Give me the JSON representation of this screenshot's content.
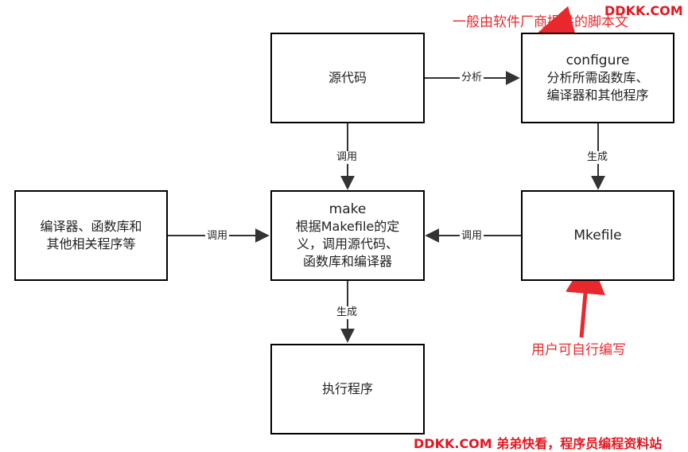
{
  "watermark_top": "DDKK.COM",
  "watermark_bottom": "DDKK.COM 弟弟快看，程序员编程资料站",
  "nodes": {
    "source": "源代码",
    "configure": [
      "configure",
      "分析所需函数库、",
      "编译器和其他程序"
    ],
    "makefile": "Mkefile",
    "make": [
      "make",
      "根据Makefile的定",
      "义，调用源代码、",
      "函数库和编译器"
    ],
    "libs": [
      "编译器、函数库和",
      "其他相关程序等"
    ],
    "exec": "执行程序"
  },
  "edges": {
    "analyze": "分析",
    "call_source": "调用",
    "generate_makefile": "生成",
    "call_libs": "调用",
    "call_makefile": "调用",
    "generate_exec": "生成"
  },
  "annotations": {
    "configure_note": "一般由软件厂商提供的脚本文",
    "makefile_note": "用户可自行编写"
  },
  "colors": {
    "annotation": "#e8282d",
    "box_border": "#000000",
    "arrow": "#333333"
  }
}
